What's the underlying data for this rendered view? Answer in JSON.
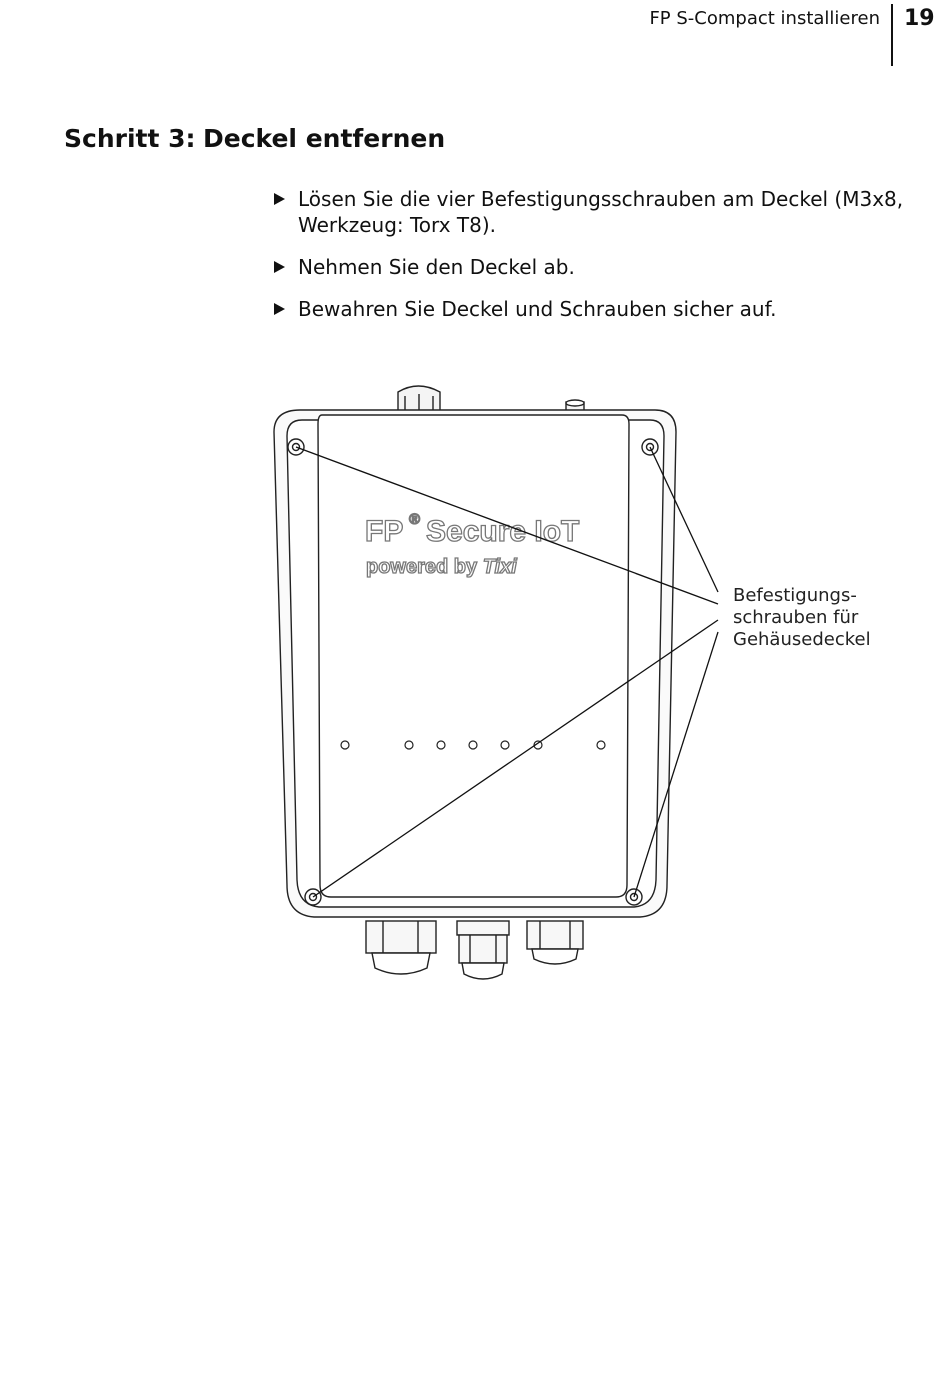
{
  "header": {
    "title": "FP S-Compact installieren",
    "page_number": "19"
  },
  "step": {
    "label": "Schritt 3:",
    "title": "Deckel entfernen"
  },
  "instructions": [
    {
      "text": "Lösen Sie die vier Befestigungsschrauben am Deckel (M3x8, Werkzeug: Torx T8)."
    },
    {
      "text": "Nehmen Sie den Deckel ab."
    },
    {
      "text": "Bewahren Sie Deckel und Schrauben sicher auf."
    }
  ],
  "figure": {
    "brand_line1": "FP",
    "brand_registered": "®",
    "brand_line2": "Secure IoT",
    "brand_tagline_prefix": "powered by ",
    "brand_tagline_name": "Tixi",
    "callout_lines": [
      "Befestigungs-",
      "schrauben für",
      "Gehäusedeckel"
    ],
    "icons": [
      "bullet-triangle-icon",
      "screw-icon",
      "led-icon"
    ]
  }
}
